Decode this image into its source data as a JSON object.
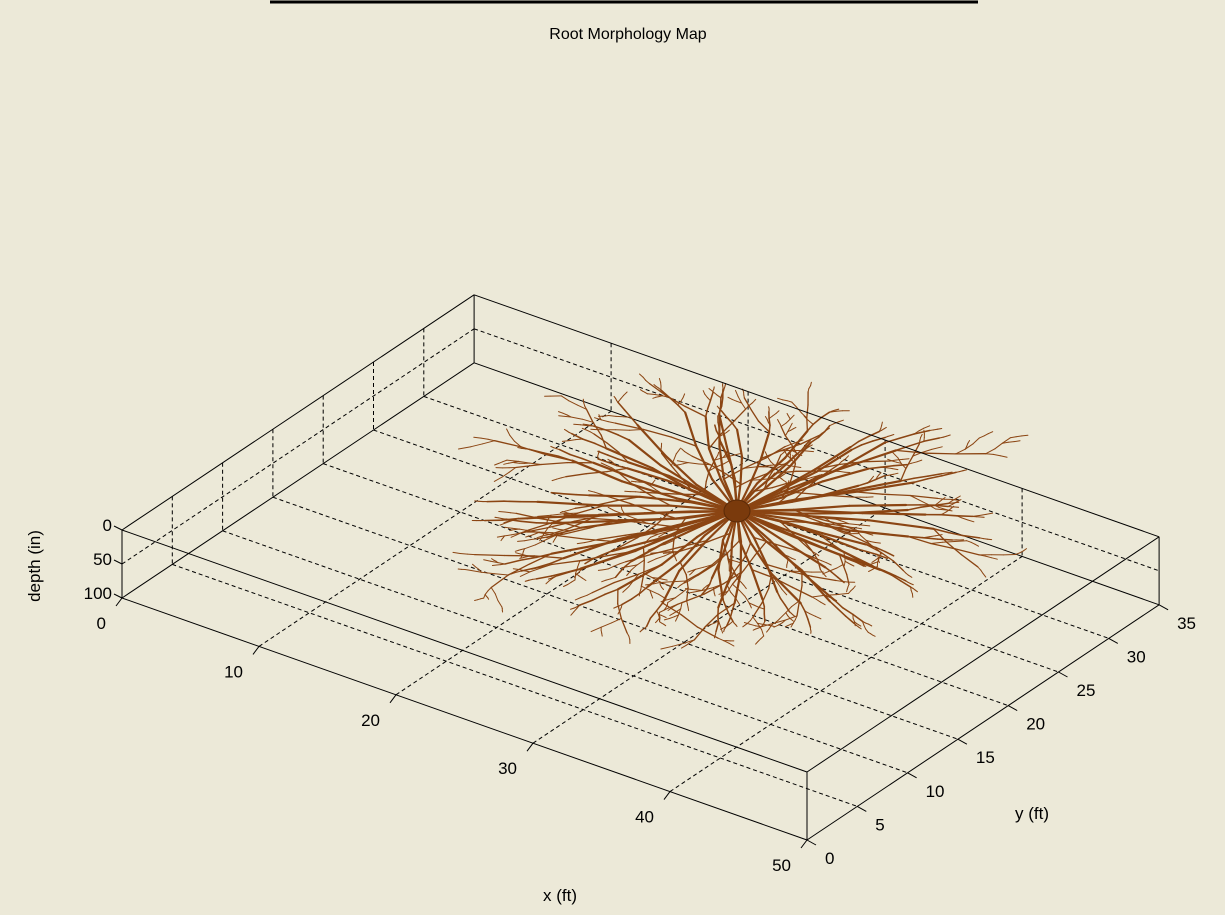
{
  "chart_data": {
    "type": "3d-line",
    "title": "Root Morphology Map",
    "xlabel": "x (ft)",
    "ylabel": "y (ft)",
    "zlabel": "depth (in)",
    "xlim": [
      0,
      50
    ],
    "ylim": [
      0,
      35
    ],
    "zlim": [
      0,
      100
    ],
    "z_reversed": true,
    "xticks": [
      0,
      10,
      20,
      30,
      40,
      50
    ],
    "yticks": [
      0,
      5,
      10,
      15,
      20,
      25,
      30,
      35
    ],
    "zticks": [
      0,
      50,
      100
    ],
    "grid": true,
    "trunk": {
      "x": 28,
      "y": 23,
      "depth": 0
    },
    "root_color": "#8b4513",
    "root_count": 60,
    "root_reach_ft": 14
  }
}
